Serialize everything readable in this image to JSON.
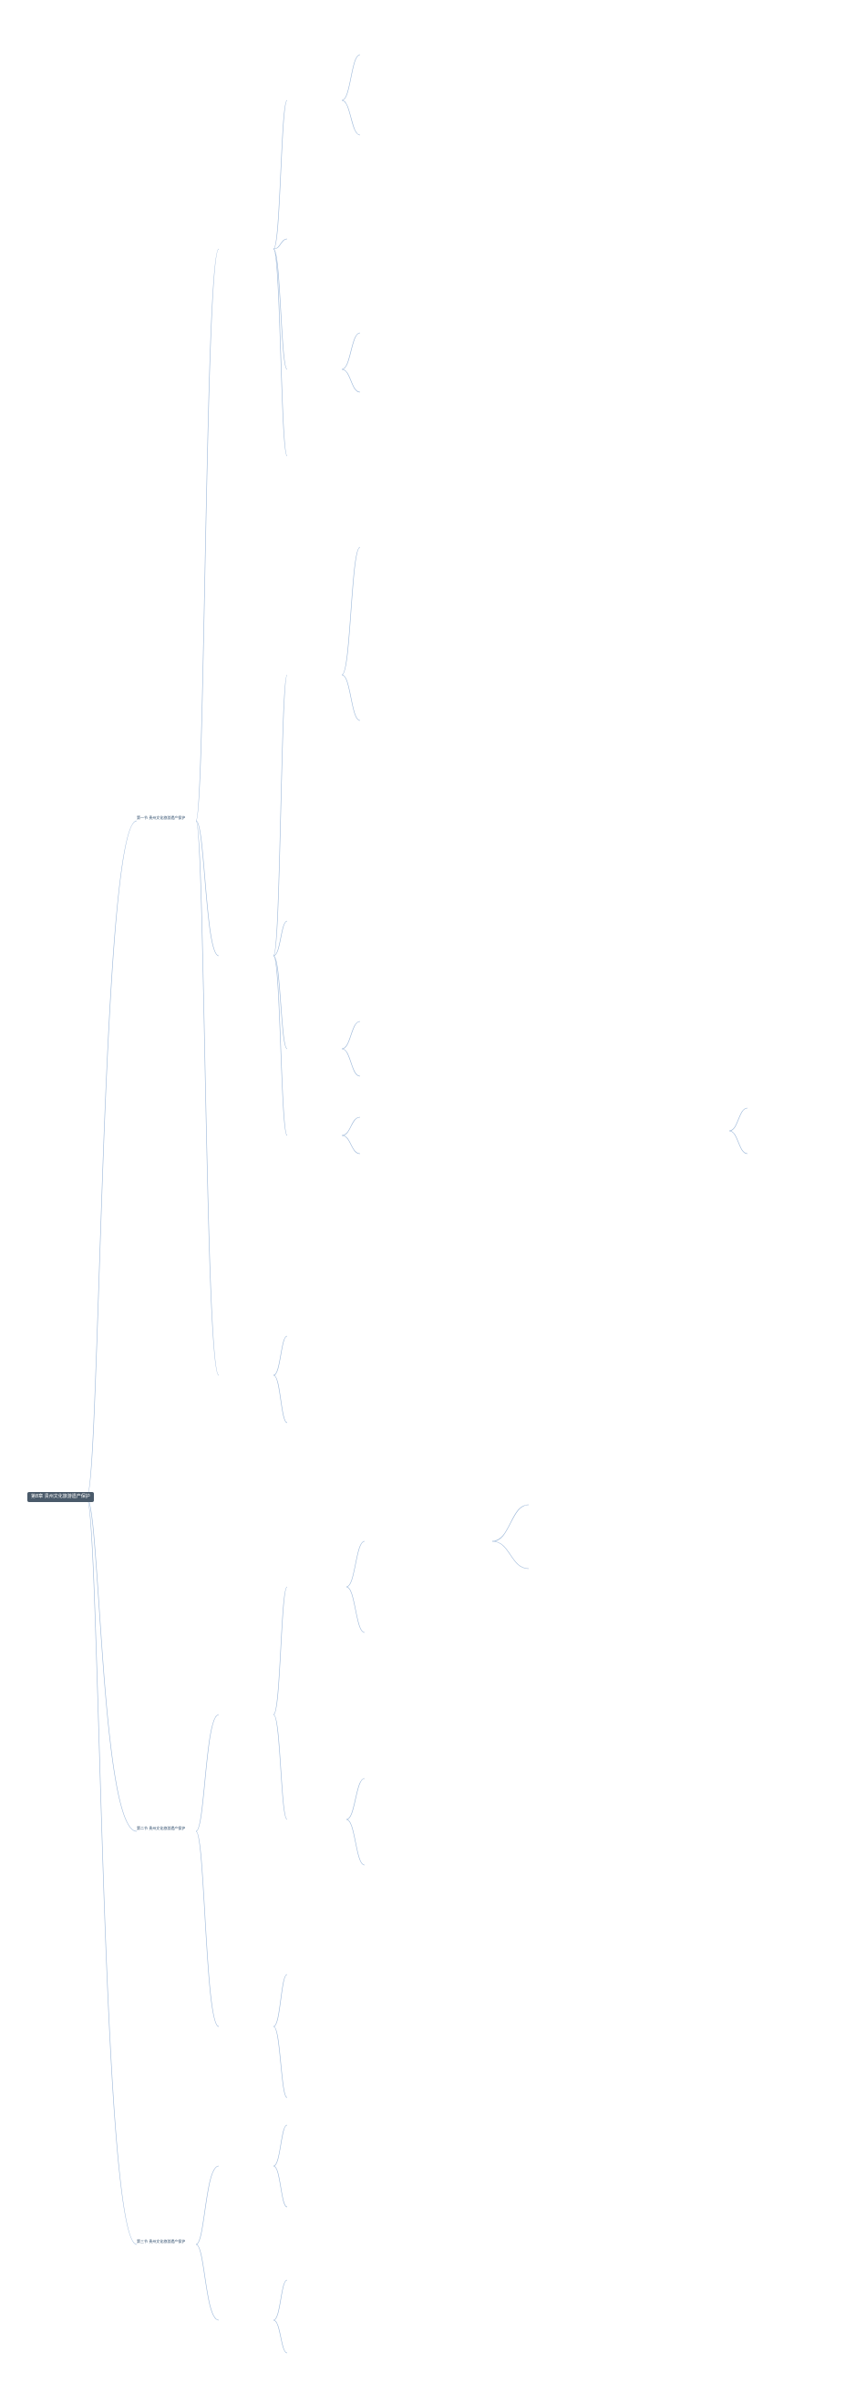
{
  "root": "第8章 贵州文化旅游遗产保护",
  "branches": [
    {
      "title": "第一节 贵州文化旅游遗产保护"
    },
    {
      "title": "第二节 贵州文化旅游遗产保护"
    },
    {
      "title": "第三节 贵州文化旅游遗产保护"
    }
  ],
  "colors": {
    "line": "#9ab6d8",
    "root_bg": "#4a5a6a",
    "highlight": "#fff59a",
    "green": "#2e9d3c",
    "orange": "#e08a00",
    "blue": "#1e6fd9"
  }
}
